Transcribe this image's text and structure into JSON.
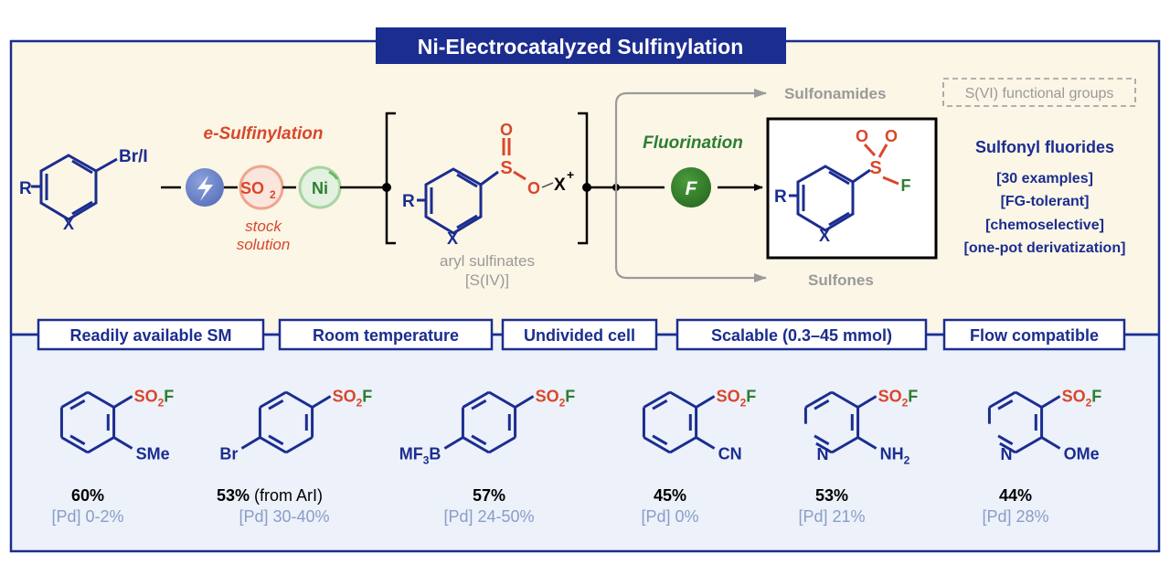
{
  "title": "Ni-Electrocatalyzed Sulfinylation",
  "colors": {
    "navy": "#1b2d8f",
    "top_bg": "#fbf6e6",
    "bottom_bg": "#ecf1fa",
    "red": "#d9472b",
    "green": "#2e7d32",
    "gray": "#9a9a9a",
    "pd_gray": "#8a9dc7"
  },
  "scheme": {
    "substituent_r": "R",
    "ring_atom_x": "X",
    "halide_label": "Br/I",
    "step1_label": "e-Sulfinylation",
    "lightning_icon": "lightning-icon",
    "so2_label": "SO",
    "so2_sub": "2",
    "ni_label": "Ni",
    "stock_line1": "stock",
    "stock_line2": "solution",
    "intermediate": {
      "s_label": "S",
      "o_label": "O",
      "o_minus": "O",
      "counterion": "X",
      "plus": "+",
      "caption_line1": "aryl sulfinates",
      "caption_line2": "[S(IV)]"
    },
    "step2_label": "Fluorination",
    "f_reagent": "F",
    "product": {
      "s_label": "S",
      "o1": "O",
      "o2": "O",
      "f_label": "F"
    },
    "branch_top": "Sulfonamides",
    "branch_bottom": "Sulfones",
    "svi_box": "S(VI) functional groups",
    "product_title": "Sulfonyl fluorides",
    "features": [
      "[30 examples]",
      "[FG-tolerant]",
      "[chemoselective]",
      "[one-pot derivatization]"
    ]
  },
  "tags": [
    "Readily available SM",
    "Room temperature",
    "Undivided cell",
    "Scalable (0.3–45 mmol)",
    "Flow compatible"
  ],
  "examples": [
    {
      "sub": "SMe",
      "sub_sub": "",
      "yield": "60%",
      "note": "",
      "pd": "[Pd] 0-2%"
    },
    {
      "sub": "Br",
      "sub_sub": "",
      "yield": "53%",
      "note": " (from ArI)",
      "pd": "[Pd] 30-40%"
    },
    {
      "sub": "MF",
      "sub_sub": "3",
      "sub_tail": "B",
      "yield": "57%",
      "note": "",
      "pd": "[Pd] 24-50%"
    },
    {
      "sub": "CN",
      "sub_sub": "",
      "yield": "45%",
      "note": "",
      "pd": "[Pd] 0%"
    },
    {
      "sub": "NH",
      "sub_sub": "2",
      "ring_n": "N",
      "yield": "53%",
      "note": "",
      "pd": "[Pd] 21%"
    },
    {
      "sub": "OMe",
      "sub_sub": "",
      "ring_n": "N",
      "yield": "44%",
      "note": "",
      "pd": "[Pd] 28%"
    }
  ],
  "so2f": {
    "so": "SO",
    "sub": "2",
    "f": "F"
  }
}
